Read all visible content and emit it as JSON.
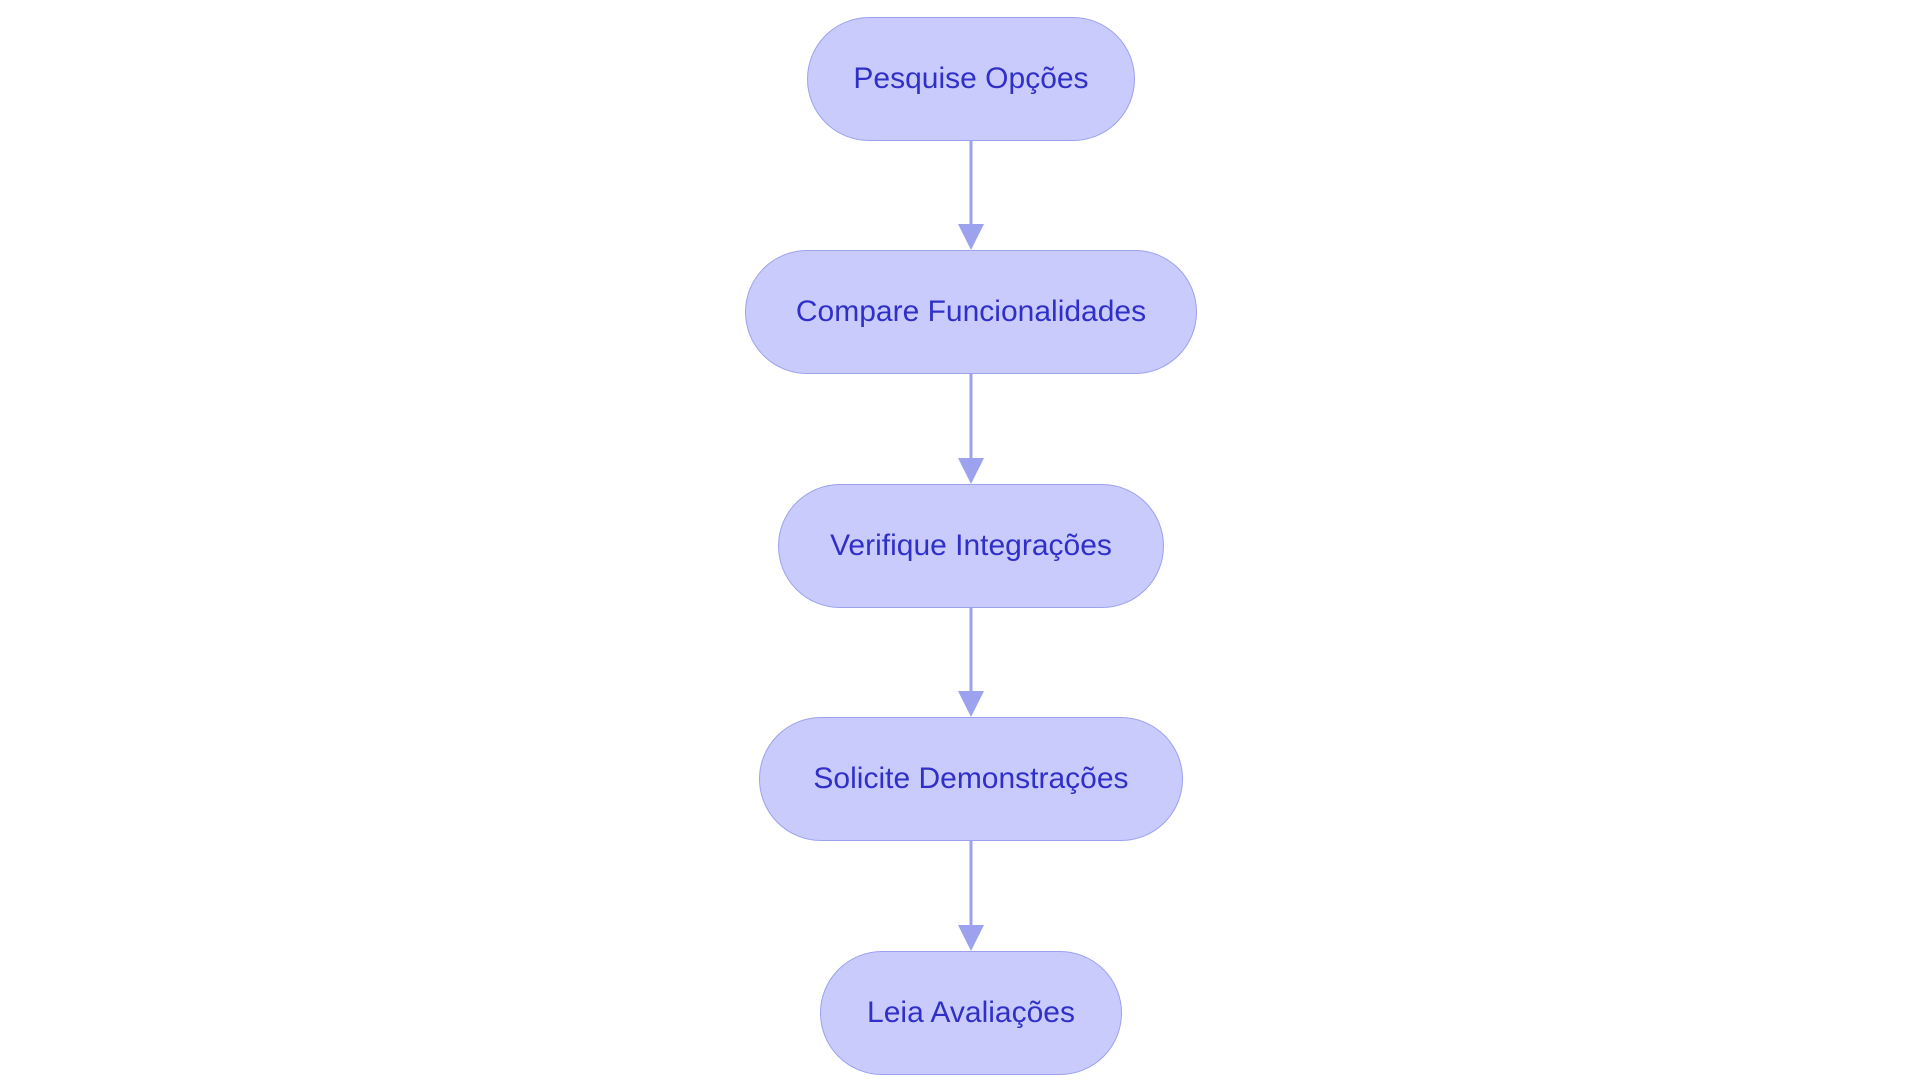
{
  "colors": {
    "node_fill": "#c9cbfc",
    "node_border": "#9da2ee",
    "node_text": "#3030c8",
    "edge": "#9da2ee"
  },
  "flowchart": {
    "direction": "top-to-bottom",
    "nodes": [
      {
        "id": "n1",
        "label": "Pesquise Opções"
      },
      {
        "id": "n2",
        "label": "Compare Funcionalidades"
      },
      {
        "id": "n3",
        "label": "Verifique Integrações"
      },
      {
        "id": "n4",
        "label": "Solicite Demonstrações"
      },
      {
        "id": "n5",
        "label": "Leia Avaliações"
      }
    ],
    "edges": [
      {
        "from": "n1",
        "to": "n2"
      },
      {
        "from": "n2",
        "to": "n3"
      },
      {
        "from": "n3",
        "to": "n4"
      },
      {
        "from": "n4",
        "to": "n5"
      }
    ]
  }
}
